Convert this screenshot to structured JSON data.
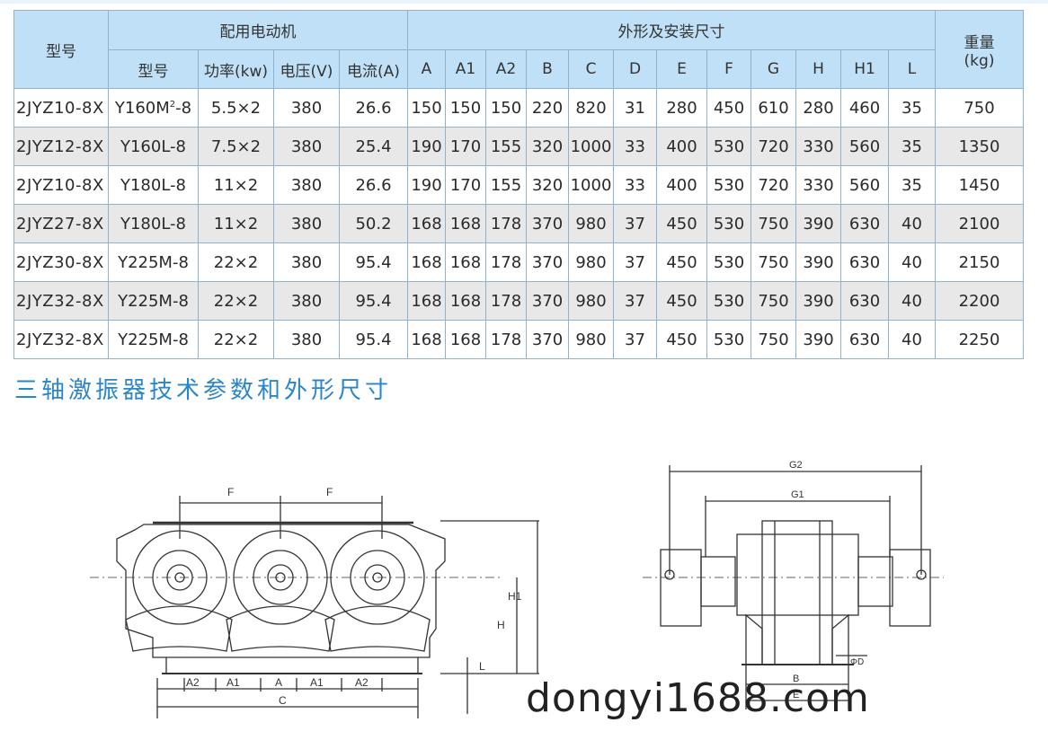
{
  "table": {
    "col_model": "型号",
    "group_motor": "配用电动机",
    "group_dims": "外形及安装尺寸",
    "col_weight_line1": "重量",
    "col_weight_line2": "(kg)",
    "motor_cols": [
      "型号",
      "功率(kw)",
      "电压(V)",
      "电流(A)"
    ],
    "dim_cols": [
      "A",
      "A1",
      "A2",
      "B",
      "C",
      "D",
      "E",
      "F",
      "G",
      "H",
      "H1",
      "L"
    ],
    "rows": [
      {
        "model": "2JYZ10-8X",
        "motor": "Y160M",
        "motor_sup": "2",
        "motor_suffix": "-8",
        "power": "5.5×2",
        "voltage": "380",
        "current": "26.6",
        "dims": [
          "150",
          "150",
          "150",
          "220",
          "820",
          "31",
          "280",
          "450",
          "610",
          "280",
          "460",
          "35"
        ],
        "weight": "750"
      },
      {
        "model": "2JYZ12-8X",
        "motor": "Y160L-8",
        "motor_sup": "",
        "motor_suffix": "",
        "power": "7.5×2",
        "voltage": "380",
        "current": "25.4",
        "dims": [
          "190",
          "170",
          "155",
          "320",
          "1000",
          "33",
          "400",
          "530",
          "720",
          "330",
          "560",
          "35"
        ],
        "weight": "1350"
      },
      {
        "model": "2JYZ10-8X",
        "motor": "Y180L-8",
        "motor_sup": "",
        "motor_suffix": "",
        "power": "11×2",
        "voltage": "380",
        "current": "26.6",
        "dims": [
          "190",
          "170",
          "155",
          "320",
          "1000",
          "33",
          "400",
          "530",
          "720",
          "330",
          "560",
          "35"
        ],
        "weight": "1450"
      },
      {
        "model": "2JYZ27-8X",
        "motor": "Y180L-8",
        "motor_sup": "",
        "motor_suffix": "",
        "power": "11×2",
        "voltage": "380",
        "current": "50.2",
        "dims": [
          "168",
          "168",
          "178",
          "370",
          "980",
          "37",
          "450",
          "530",
          "750",
          "390",
          "630",
          "40"
        ],
        "weight": "2100"
      },
      {
        "model": "2JYZ30-8X",
        "motor": "Y225M-8",
        "motor_sup": "",
        "motor_suffix": "",
        "power": "22×2",
        "voltage": "380",
        "current": "95.4",
        "dims": [
          "168",
          "168",
          "178",
          "370",
          "980",
          "37",
          "450",
          "530",
          "750",
          "390",
          "630",
          "40"
        ],
        "weight": "2150"
      },
      {
        "model": "2JYZ32-8X",
        "motor": "Y225M-8",
        "motor_sup": "",
        "motor_suffix": "",
        "power": "22×2",
        "voltage": "380",
        "current": "95.4",
        "dims": [
          "168",
          "168",
          "178",
          "370",
          "980",
          "37",
          "450",
          "530",
          "750",
          "390",
          "630",
          "40"
        ],
        "weight": "2200"
      },
      {
        "model": "2JYZ32-8X",
        "motor": "Y225M-8",
        "motor_sup": "",
        "motor_suffix": "",
        "power": "22×2",
        "voltage": "380",
        "current": "95.4",
        "dims": [
          "168",
          "168",
          "178",
          "370",
          "980",
          "37",
          "450",
          "530",
          "750",
          "390",
          "630",
          "40"
        ],
        "weight": "2250"
      }
    ]
  },
  "section_title": "三轴激振器技术参数和外形尺寸",
  "drawing_labels": {
    "front": {
      "F1": "F",
      "F2": "F",
      "H1": "H1",
      "H": "H",
      "L": "L",
      "A2a": "A2",
      "A1a": "A1",
      "A": "A",
      "A1b": "A1",
      "A2b": "A2",
      "C": "C"
    },
    "side": {
      "G2": "G2",
      "G1": "G1",
      "B": "B",
      "E": "E",
      "D": "ΦD"
    }
  },
  "watermark": "dongyi1688.com"
}
